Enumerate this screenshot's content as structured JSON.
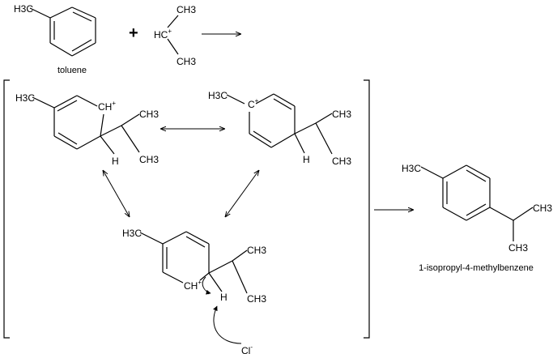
{
  "labels": {
    "h3c": "H3C",
    "ch3": "CH3",
    "hc": "HC",
    "ch": "CH",
    "c": "C",
    "h": "H",
    "cl": "Cl",
    "plus_charge": "+",
    "minus_charge": "-",
    "plus_sign": "+"
  },
  "names": {
    "toluene": "toluene",
    "product": "1-isopropyl-4-methylbenzene"
  },
  "colors": {
    "ink": "#000000",
    "background": "#ffffff"
  }
}
